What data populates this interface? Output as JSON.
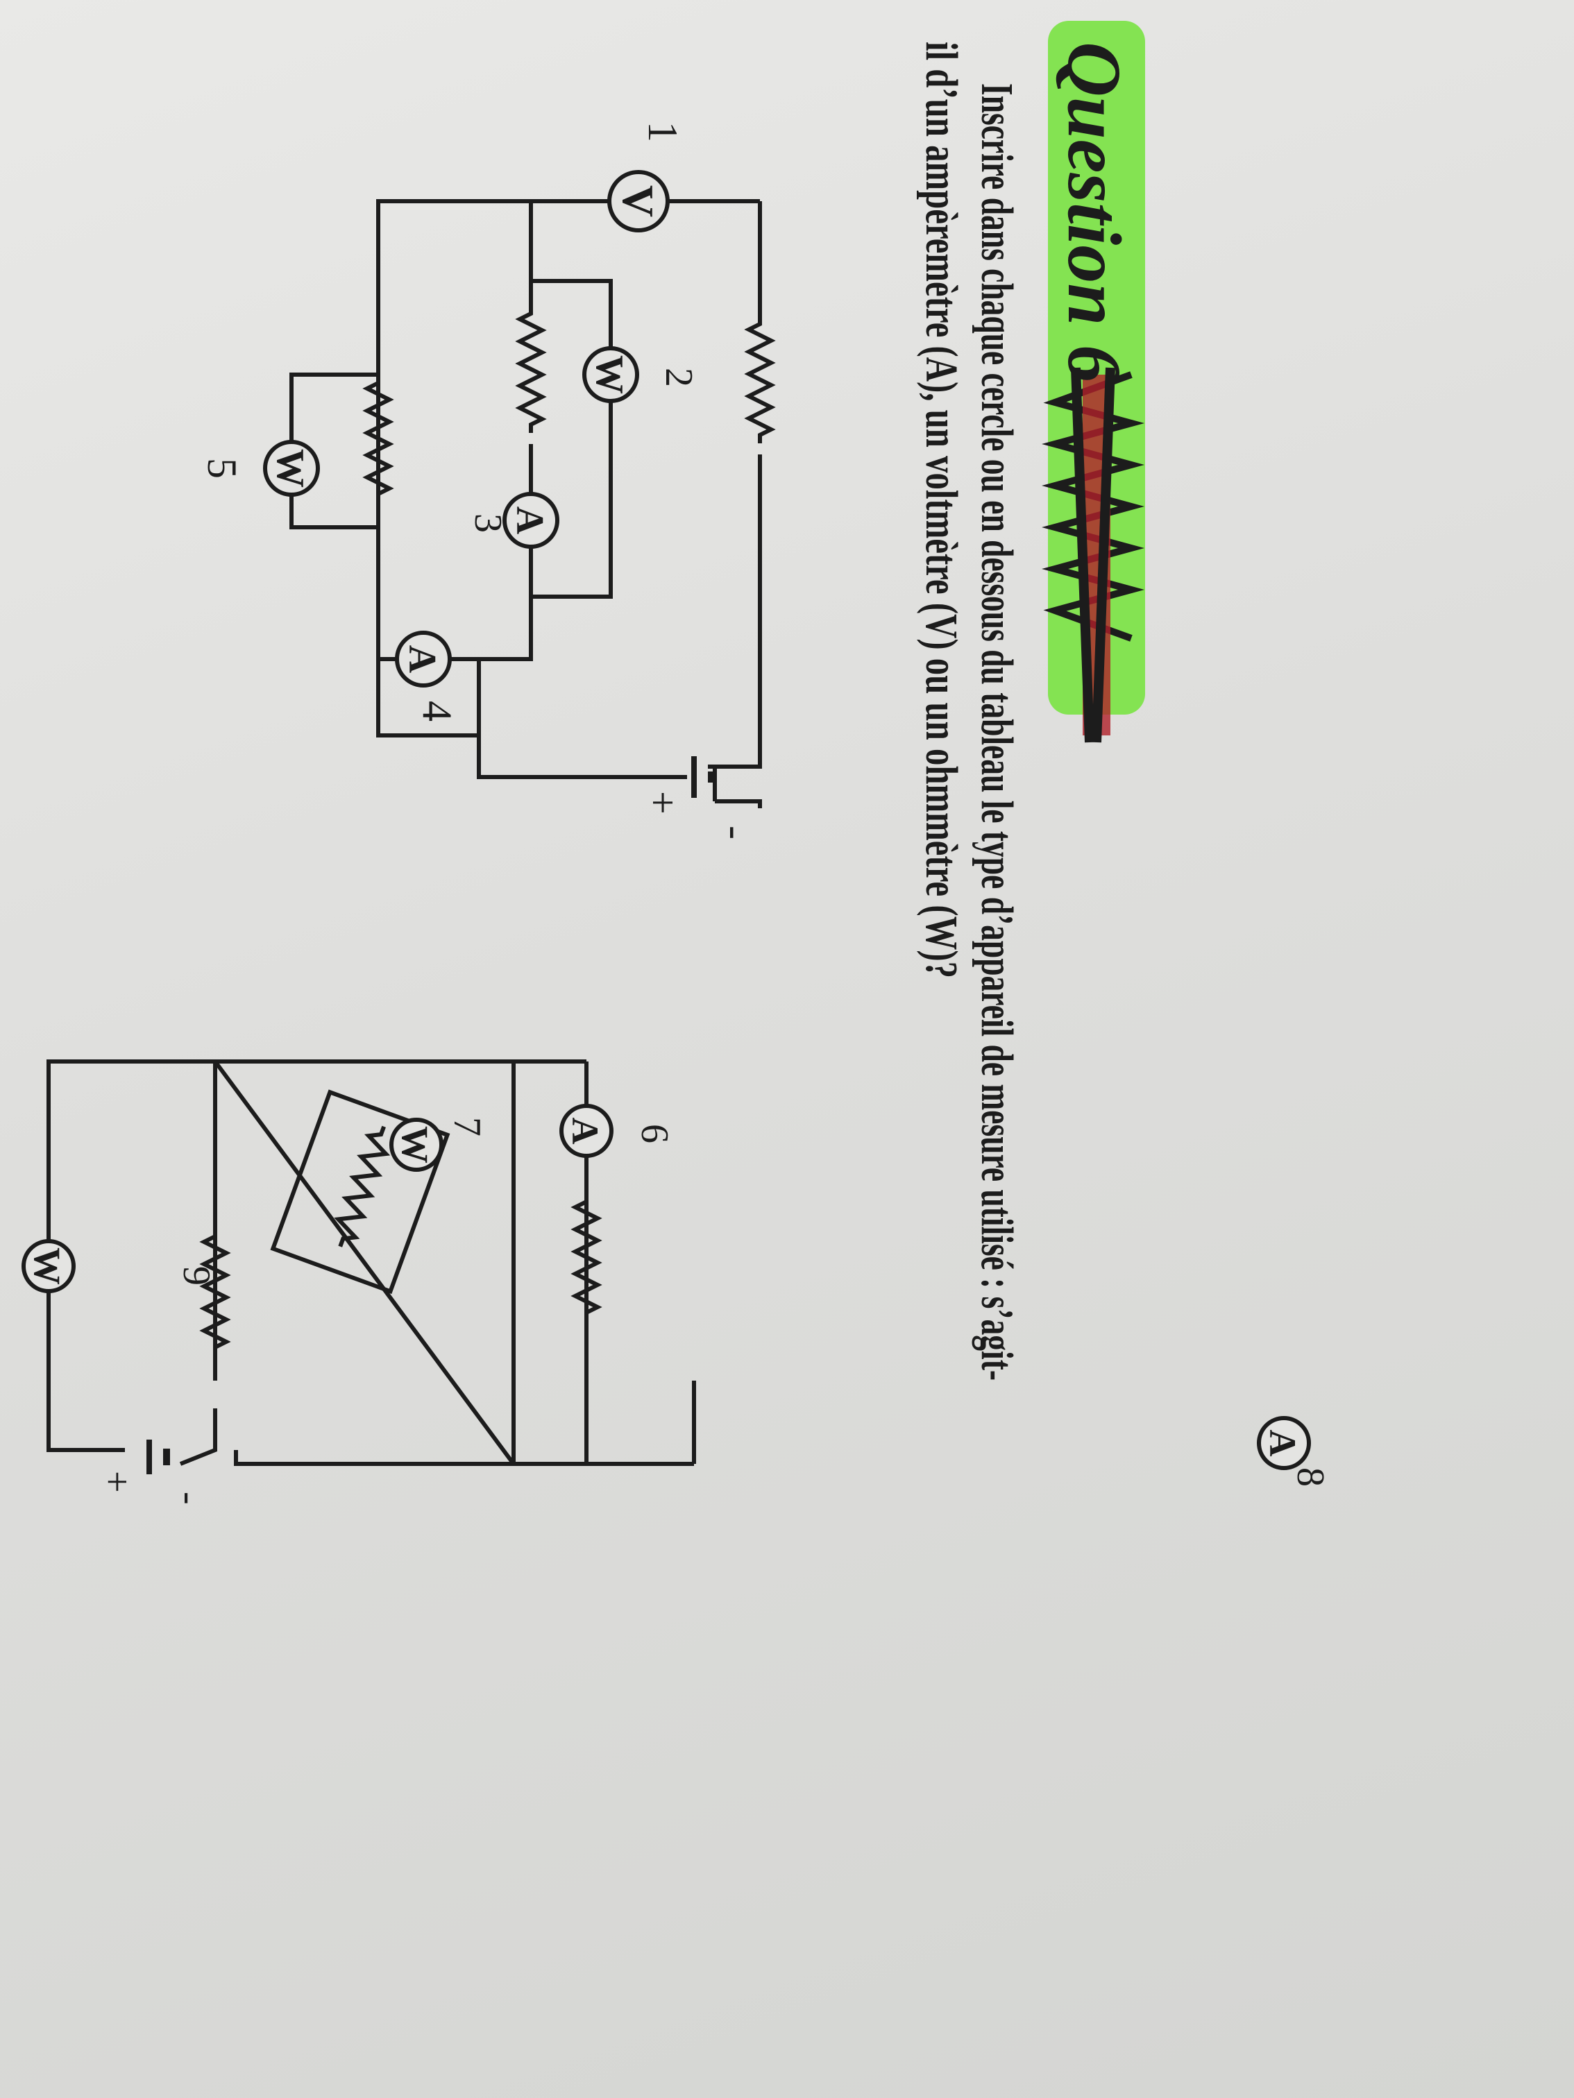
{
  "question": {
    "title": "Question 6",
    "instruction_line1": "Inscrire dans chaque cercle ou en dessous du tableau le type d’appareil de mesure utilisé : s’agit-",
    "instruction_line2": "il d’un ampèremètre (A), un voltmètre (V) ou un ohmmètre (W)?"
  },
  "circuit_top": {
    "meters": [
      {
        "number": "1",
        "answer": "V"
      },
      {
        "number": "2",
        "answer": "W"
      },
      {
        "number": "3",
        "answer": "A"
      },
      {
        "number": "4",
        "answer": "A"
      },
      {
        "number": "5",
        "answer": "W"
      }
    ],
    "battery": {
      "negative": "-",
      "positive": "+"
    }
  },
  "circuit_bottom": {
    "meters": [
      {
        "number": "6",
        "answer": "A"
      },
      {
        "number": "7",
        "answer": "W"
      },
      {
        "number": "8",
        "answer": "A"
      },
      {
        "number": "9",
        "answer": "W"
      }
    ],
    "battery": {
      "negative": "-",
      "positive": "+"
    }
  },
  "colors": {
    "highlight": "#7ee34a",
    "scribble_red": "#b0202a",
    "ink": "#1c1c1c",
    "paper": "#e4e4e2"
  }
}
